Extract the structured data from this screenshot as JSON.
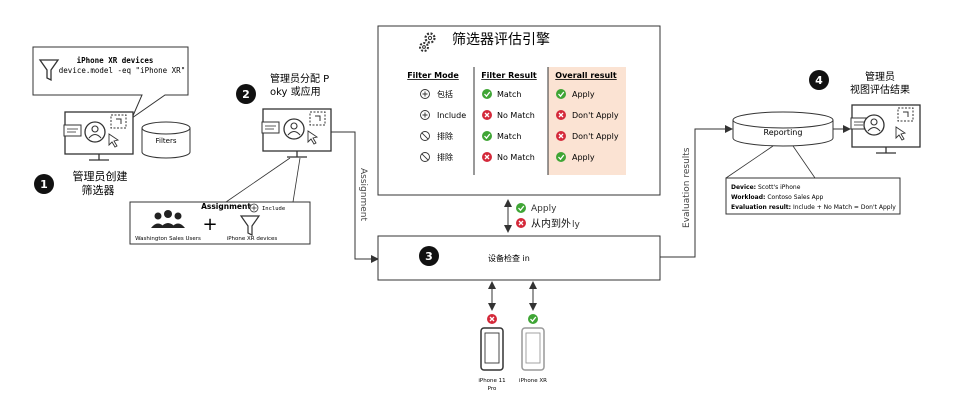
{
  "callout": {
    "device_label": "iPhone XR devices",
    "rule": "device.model -eq \"iPhone XR\""
  },
  "filters_db_label": "Filters",
  "step1": {
    "badge": "1",
    "line1": "管理员创建",
    "line2": "筛选器"
  },
  "step2": {
    "badge": "2",
    "line1": "管理员分配 P",
    "line2": "oky 或应用"
  },
  "assignment": {
    "title": "Assignment",
    "users_label": "Washington Sales Users",
    "plus": "+",
    "include_label": "Include",
    "devices_label": "iPhone XR devices"
  },
  "engine": {
    "title": "筛选器评估引擎",
    "headers": {
      "mode": "Filter Mode",
      "result": "Filter Result",
      "overall": "Overall result"
    },
    "rows": [
      {
        "mode": "包括",
        "mode_icon": "plus-circle-icon",
        "result": "Match",
        "result_status": "success",
        "overall": "Apply",
        "overall_status": "success"
      },
      {
        "mode": "Include",
        "mode_icon": "plus-circle-icon",
        "result": "No Match",
        "result_status": "fail",
        "overall": "Don't Apply",
        "overall_status": "fail"
      },
      {
        "mode": "排除",
        "mode_icon": "block-circle-icon",
        "result": "Match",
        "result_status": "success",
        "overall": "Don't Apply",
        "overall_status": "fail"
      },
      {
        "mode": "排除",
        "mode_icon": "block-circle-icon",
        "result": "No Match",
        "result_status": "fail",
        "overall": "Apply",
        "overall_status": "success"
      }
    ]
  },
  "arrow_labels": {
    "assignment": "Assignment",
    "evaluation": "Evaluation results"
  },
  "mid_legend": {
    "apply": "Apply",
    "dont_apply": "从内到外",
    "tail": "ly"
  },
  "step3": {
    "badge": "3",
    "label": "设备检查 in"
  },
  "step4": {
    "badge": "4",
    "line1": "管理员",
    "line2": "视图评估结果"
  },
  "reporting": {
    "label": "Reporting",
    "device_key": "Device:",
    "device_value": "Scott's iPhone",
    "workload_key": "Workload:",
    "workload_value": "Contoso Sales App",
    "eval_key": "Evaluation result:",
    "eval_value": "Include + No Match = Don't Apply"
  },
  "phones": [
    {
      "name_line1": "iPhone 11",
      "name_line2": "Pro",
      "status": "fail"
    },
    {
      "name_line1": "iPhone XR",
      "name_line2": "",
      "status": "success"
    }
  ],
  "colors": {
    "success": "#3fa535",
    "fail": "#d4293a",
    "overall_bg": "#fbe3d3",
    "line": "#333333"
  }
}
